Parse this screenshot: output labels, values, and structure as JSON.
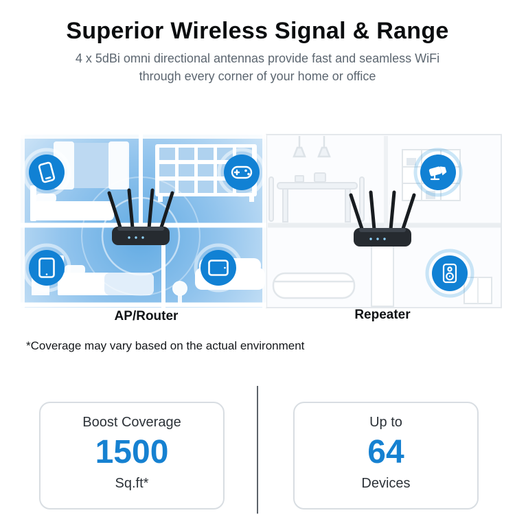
{
  "header": {
    "title": "Superior Wireless Signal & Range",
    "subtitle_line1": "4 x 5dBi omni directional antennas provide fast and seamless WiFi",
    "subtitle_line2": "through every corner of your home or office"
  },
  "illustration": {
    "ap_label": "AP/Router",
    "repeater_label": "Repeater",
    "icons": {
      "smartphone": "smartphone-icon",
      "gamepad": "gamepad-icon",
      "security_camera": "security-camera-icon",
      "tablet": "tablet-icon",
      "tablet_landscape": "tablet-landscape-icon",
      "speaker": "speaker-icon"
    }
  },
  "disclaimer": "*Coverage may vary based on the actual environment",
  "stats": {
    "coverage": {
      "heading": "Boost Coverage",
      "value": "1500",
      "unit": "Sq.ft*"
    },
    "devices": {
      "heading": "Up to",
      "value": "64",
      "unit": "Devices"
    }
  },
  "colors": {
    "accent_blue": "#1681d1",
    "coverage_blue": "#8fc3ec",
    "title_black": "#0b0d0f",
    "subtitle_gray": "#5c6670",
    "card_border": "#d8dde2"
  }
}
